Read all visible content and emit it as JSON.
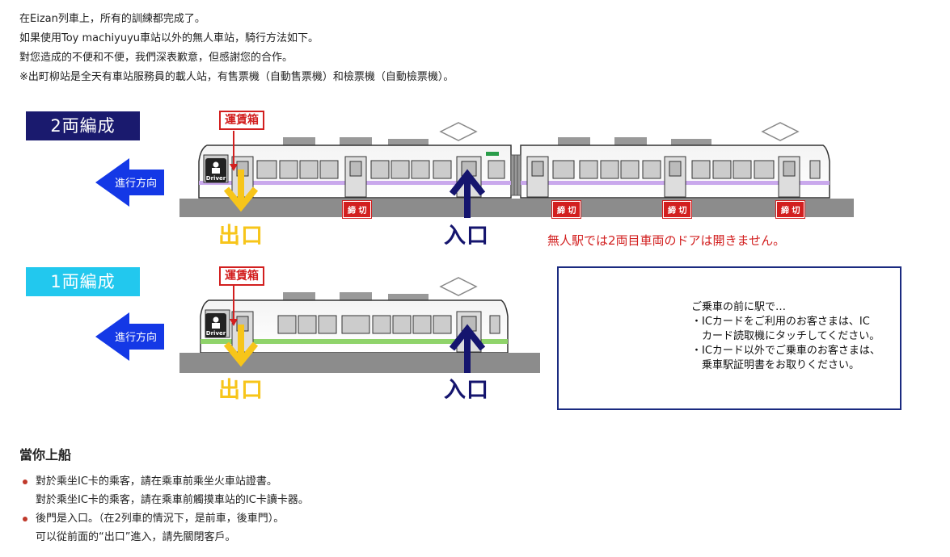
{
  "intro": [
    "在Eizan列車上，所有的訓練都完成了。",
    "如果使用Toy machiyuyu車站以外的無人車站，騎行方法如下。",
    "對您造成的不便和不便，我們深表歉意，但感謝您的合作。",
    "※出町柳站是全天有車站服務員的載人站，有售票機（自動售票機）和檢票機（自動檢票機）。"
  ],
  "two_car": {
    "badge": "2両編成",
    "direction": "進行方向",
    "fare_box": "運賃箱",
    "driver": "Driver",
    "exit": "出口",
    "entrance": "入口",
    "closed": [
      "締 切",
      "締 切",
      "締 切",
      "締 切"
    ],
    "warning": "無人駅では2両目車両のドアは開きません。"
  },
  "one_car": {
    "badge": "1両編成",
    "direction": "進行方向",
    "fare_box": "運賃箱",
    "driver": "Driver",
    "exit": "出口",
    "entrance": "入口"
  },
  "ticket_panel": {
    "ic_label": "IC",
    "certificate": [
      "証",
      "明",
      "書"
    ],
    "lines": [
      "ご乗車の前に駅で…",
      "・ICカードをご利用のお客さまは、IC",
      "　カード読取機にタッチしてください。",
      "・ICカード以外でご乗車のお客さまは、",
      "　乗車駅証明書をお取りください。"
    ]
  },
  "boarding": {
    "title": "當你上船",
    "items": [
      {
        "text": "對於乘坐IC卡的乘客，請在乘車前乘坐火車站證書。",
        "bullet": true
      },
      {
        "text": "對於乘坐IC卡的乘客，請在乘車前觸摸車站的IC卡讀卡器。",
        "bullet": false
      },
      {
        "text": "後門是入口。（在2列車的情況下，是前車，後車門）。",
        "bullet": true
      },
      {
        "text": "可以從前面的“出口”進入，請先關閉客戶。",
        "bullet": false
      }
    ]
  },
  "colors": {
    "navy": "#1a1a6e",
    "cyan": "#22c8ee",
    "red": "#d21f1f",
    "yellow": "#f7c51a",
    "purple_stripe": "#c9a8ec",
    "green_stripe": "#8fd36a",
    "platform": "#8c8c8c"
  }
}
